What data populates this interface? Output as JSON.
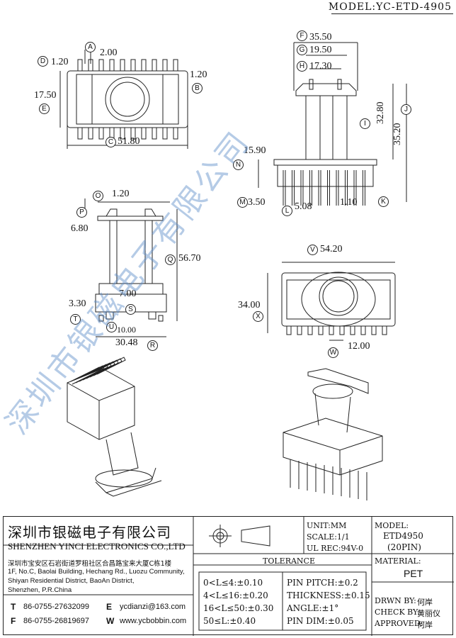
{
  "model_header": "MODEL:YC-ETD-4905",
  "dimensions": {
    "D": "1.20",
    "A": "2.00",
    "B": "1.20",
    "E": "17.50",
    "C": "51.80",
    "F": "35.50",
    "G": "19.50",
    "H": "17.30",
    "I": "32.80",
    "J": "35.20",
    "N": "15.90",
    "M": "3.50",
    "L": "5.08",
    "K": "1.10",
    "O": "1.20",
    "P": "6.80",
    "Q": "56.70",
    "T": "3.30",
    "S": "7.00",
    "U": "10.00",
    "R": "30.48",
    "V": "54.20",
    "X": "34.00",
    "W": "12.00"
  },
  "letters": [
    "A",
    "B",
    "C",
    "D",
    "E",
    "F",
    "G",
    "H",
    "I",
    "J",
    "K",
    "L",
    "M",
    "N",
    "O",
    "P",
    "Q",
    "R",
    "S",
    "T",
    "U",
    "V",
    "W",
    "X"
  ],
  "watermark": "深圳市银磁电子有限公司",
  "company": {
    "name_cn": "深圳市银磁电子有限公司",
    "name_en": "SHENZHEN YINCI ELECTRONICS CO.,LTD",
    "address_cn": "深圳市宝安区石岩街道罗租社区合昌路宝来大厦C栋1楼",
    "address_en_1": "1F, No.C, Baolai Building, Hechang Rd., Luozu Community,",
    "address_en_2": "Shiyan Residential District, BaoAn District,",
    "address_en_3": "Shenzhen, P.R.China",
    "tel_label": "T",
    "tel": "86-0755-27632099",
    "fax_label": "F",
    "fax": "86-0755-26819697",
    "email_label": "E",
    "email": "ycdianzi@163.com",
    "web_label": "W",
    "web": "www.ycbobbin.com"
  },
  "spec": {
    "unit": "UNIT:MM",
    "scale": "SCALE:1/1",
    "ul": "UL REC:94V-0",
    "model_label": "MODEL:",
    "model_value": "ETD4950",
    "pins": "(20PIN)",
    "material_label": "MATERIAL:",
    "material_value": "PET"
  },
  "tolerance": {
    "title": "TOLERANCE",
    "left": [
      "0<L≤4:±0.10",
      "4<L≤16:±0.20",
      "16<L≤50:±0.30",
      "50≤L:±0.40"
    ],
    "right": [
      "PIN PITCH:±0.2",
      "THICKNESS:±0.15",
      "ANGLE:±1°",
      "PIN DIM:±0.05"
    ]
  },
  "approval": {
    "drwn_label": "DRWN BY:",
    "drwn": "何岸",
    "check_label": "CHECK BY:",
    "check": "黄丽仪",
    "approved_label": "APPROVED:",
    "approved": "何岸"
  }
}
